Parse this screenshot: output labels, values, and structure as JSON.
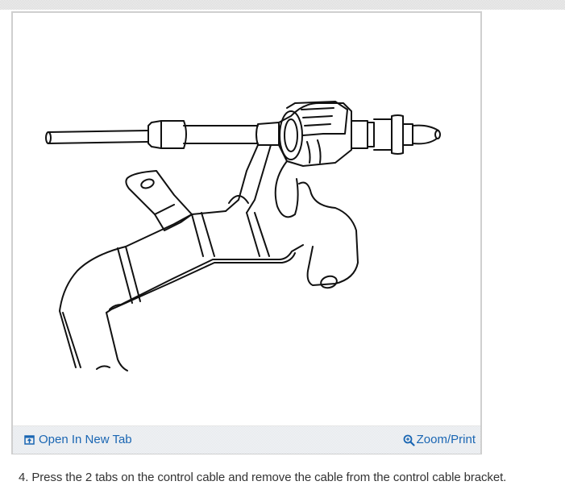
{
  "figure": {
    "image_alt": "Control cable and control cable bracket line drawing",
    "open_link_label": "Open In New Tab",
    "open_link_icon": "open-in-new-tab-icon",
    "zoom_link_label": "Zoom/Print",
    "zoom_link_icon": "magnifier-zoom-icon"
  },
  "caption": {
    "text": "4. Press the 2 tabs on the control cable and remove the cable from the control cable bracket."
  },
  "colors": {
    "link": "#1a66b3",
    "caption_text": "#333333",
    "frame_border": "#cfcfcf"
  }
}
